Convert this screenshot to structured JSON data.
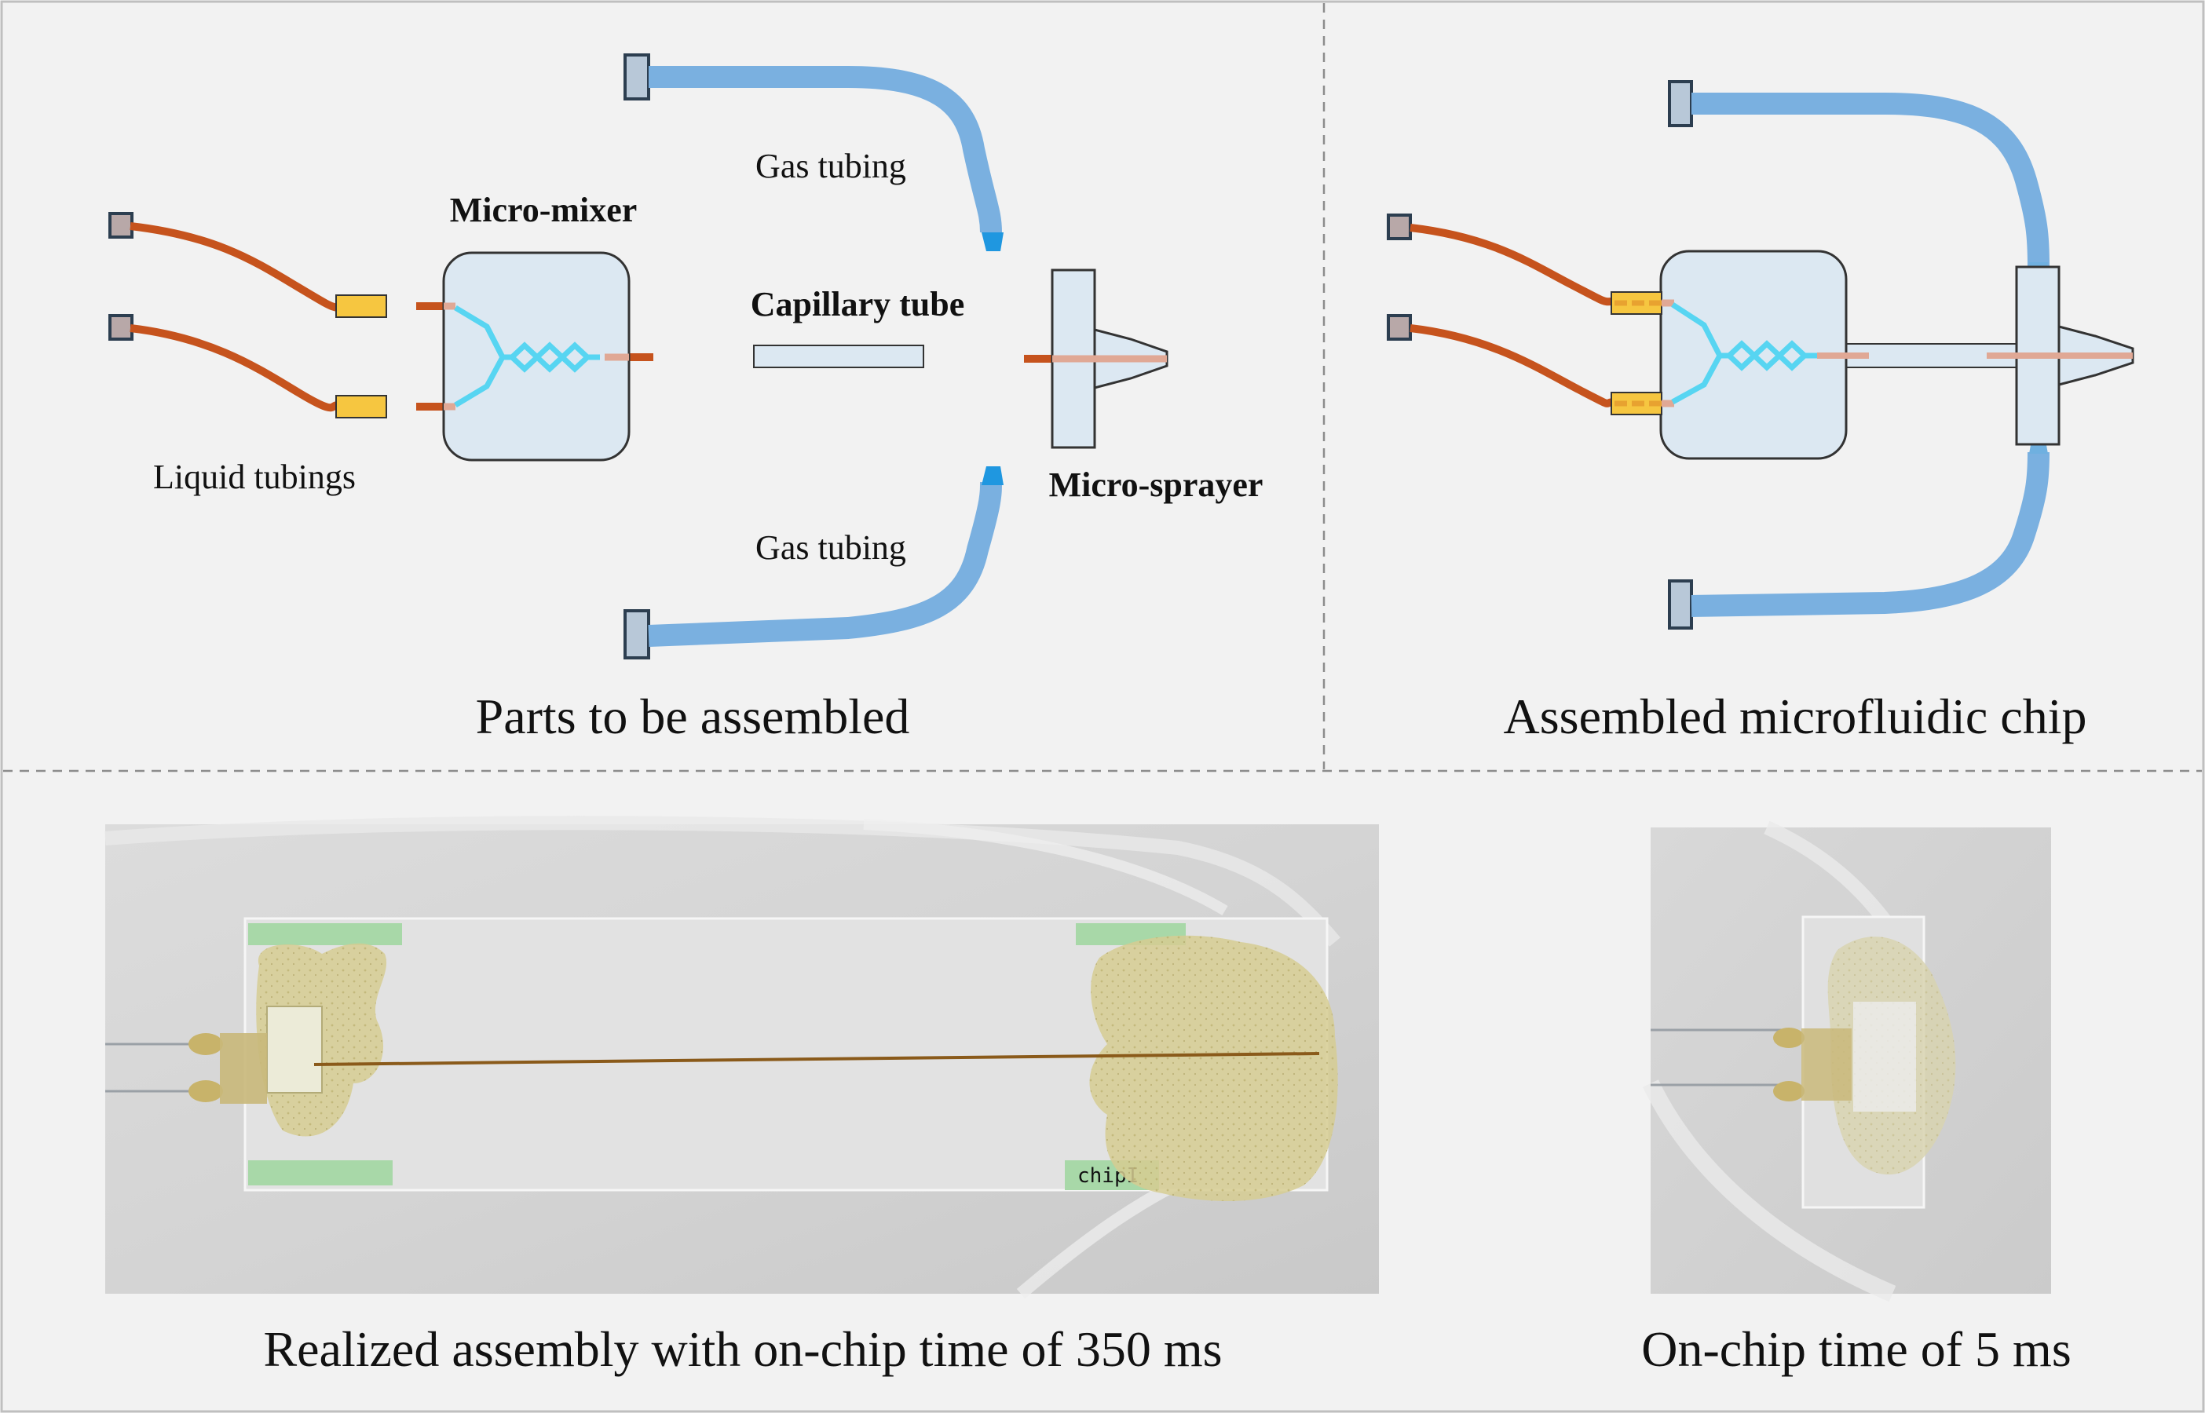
{
  "panels": {
    "parts": {
      "caption": "Parts to be assembled",
      "labels": {
        "micro_mixer": "Micro-mixer",
        "capillary_tube": "Capillary tube",
        "micro_sprayer": "Micro-sprayer",
        "liquid_tubings": "Liquid tubings",
        "gas_tubing_top": "Gas tubing",
        "gas_tubing_bottom": "Gas tubing"
      }
    },
    "assembled": {
      "caption": "Assembled microfluidic chip"
    },
    "photo_350": {
      "caption": "Realized assembly with on-chip time of 350 ms",
      "chip_label": "chipI"
    },
    "photo_5": {
      "caption": "On-chip time of 5 ms"
    }
  },
  "colors": {
    "panel_background": "#f2f2f2",
    "liquid_tubing": "#c6531d",
    "gas_tubing": "#7ab0e0",
    "mixer_channel": "#57d5f2",
    "connector": "#f6c640",
    "mixer_body": "#dce8f2",
    "glue": "#d6cd92"
  }
}
